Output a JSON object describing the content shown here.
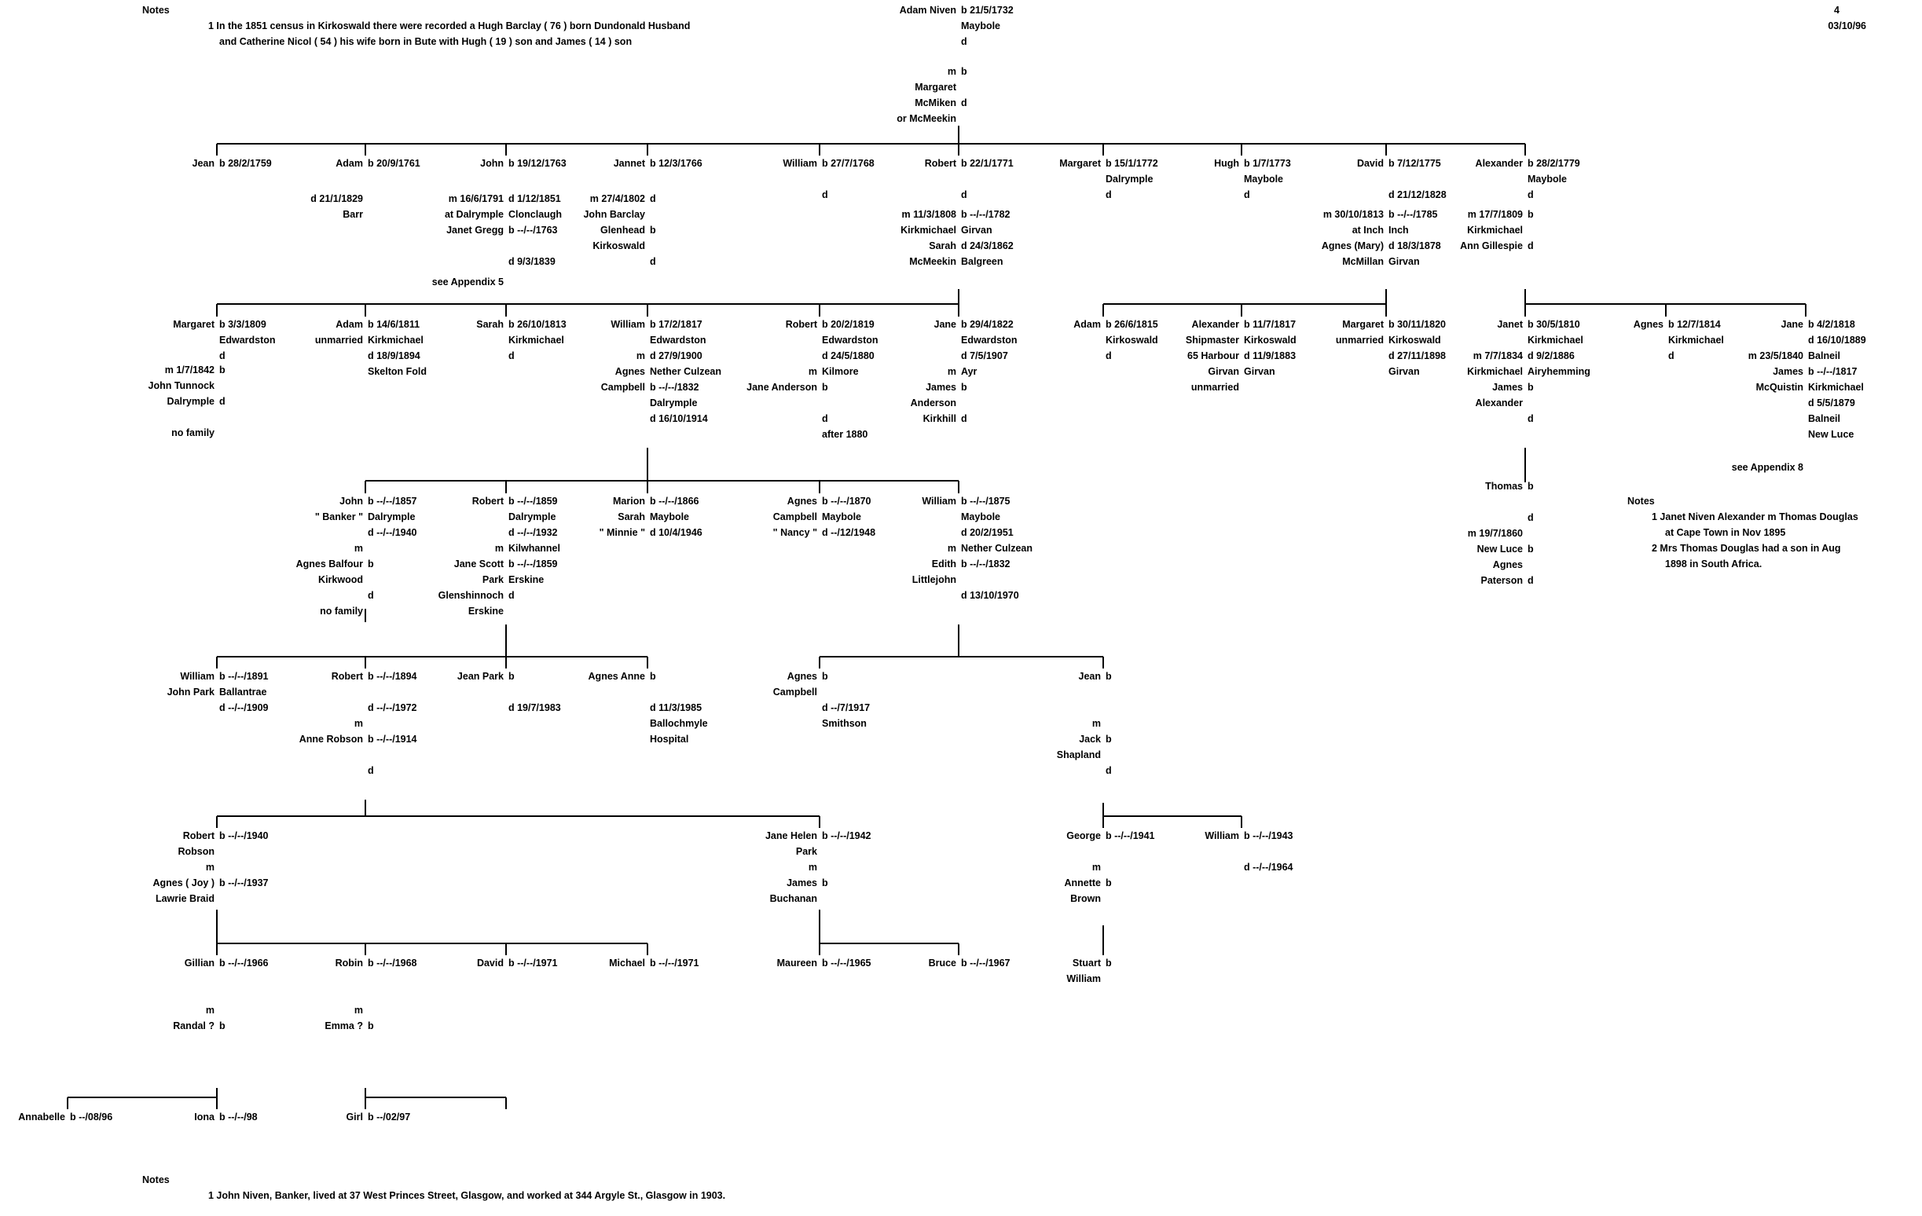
{
  "header": {
    "notes_title": "Notes",
    "page_number": "4",
    "date": "03/10/96"
  },
  "top_notes": [
    "1 In the 1851 census in Kirkoswald there were recorded a Hugh Barclay ( 76 ) born Dundonald Husband",
    "and Catherine Nicol ( 54 ) his wife born in Bute with Hugh ( 19 ) son and James ( 14 ) son"
  ],
  "labels": [
    [
      "Adam Niven",
      "b 21/5/1732\nMaybole\nd"
    ],
    [
      "m\nMargaret\nMcMiken\nor McMeekin",
      "b\n\nd"
    ],
    [
      "Jean",
      "b 28/2/1759"
    ],
    [
      "Adam",
      "b 20/9/1761"
    ],
    [
      "d 21/1/1829\nBarr",
      ""
    ],
    [
      "John",
      "b 19/12/1763"
    ],
    [
      "m 16/6/1791\nat Dalrymple\nJanet Gregg",
      "d 1/12/1851\nClonclaugh\nb --/--/1763\n\nd 9/3/1839"
    ],
    [
      "see Appendix 5",
      ""
    ],
    [
      "Jannet",
      "b 12/3/1766"
    ],
    [
      "m 27/4/1802\nJohn Barclay\nGlenhead\nKirkoswald",
      "d\n\nb\n\nd"
    ],
    [
      "William",
      "b 27/7/1768\n\nd"
    ],
    [
      "Robert",
      "b 22/1/1771\n\nd"
    ],
    [
      "m 11/3/1808\nKirkmichael\nSarah\nMcMeekin",
      "b --/--/1782\nGirvan\nd 24/3/1862\nBalgreen"
    ],
    [
      "Margaret",
      "b 15/1/1772\nDalrymple\nd"
    ],
    [
      "Hugh",
      "b 1/7/1773\nMaybole\nd"
    ],
    [
      "David",
      "b 7/12/1775\n\nd 21/12/1828"
    ],
    [
      "m 30/10/1813\nat Inch\nAgnes (Mary)\nMcMillan",
      "b --/--/1785\nInch\nd 18/3/1878\nGirvan"
    ],
    [
      "Alexander",
      "b 28/2/1779\nMaybole\nd"
    ],
    [
      "m 17/7/1809\nKirkmichael\nAnn Gillespie",
      "b\n\nd"
    ],
    [
      "Margaret",
      "b 3/3/1809\nEdwardston\nd"
    ],
    [
      "m 1/7/1842\nJohn Tunnock\nDalrymple\n\nno family",
      "b\n\nd"
    ],
    [
      "Adam\nunmarried",
      "b 14/6/1811\nKirkmichael\nd 18/9/1894\nSkelton Fold"
    ],
    [
      "Sarah",
      "b 26/10/1813\nKirkmichael\nd"
    ],
    [
      "William\n\nm\nAgnes\nCampbell",
      "b 17/2/1817\nEdwardston\nd 27/9/1900\nNether Culzean\nb --/--/1832\nDalrymple\nd 16/10/1914"
    ],
    [
      "Robert\n\n\nm\nJane Anderson",
      "b 20/2/1819\nEdwardston\nd 24/5/1880\nKilmore\nb\n\nd\nafter 1880"
    ],
    [
      "Jane\n\n\nm\nJames\nAnderson\nKirkhill",
      "b 29/4/1822\nEdwardston\nd 7/5/1907\nAyr\nb\n\nd"
    ],
    [
      "Adam",
      "b 26/6/1815\nKirkoswald\nd"
    ],
    [
      "Alexander\nShipmaster\n65 Harbour\nGirvan\nunmarried",
      "b 11/7/1817\nKirkoswald\nd 11/9/1883\nGirvan"
    ],
    [
      "Margaret\nunmarried",
      "b 30/11/1820\nKirkoswald\nd 27/11/1898\nGirvan"
    ],
    [
      "Janet\n\nm 7/7/1834\nKirkmichael\nJames\nAlexander",
      "b 30/5/1810\nKirkmichael\nd 9/2/1886\nAiryhemming\nb\n\nd"
    ],
    [
      "Agnes",
      "b 12/7/1814\nKirkmichael\nd"
    ],
    [
      "Jane\n\nm 23/5/1840\nJames\nMcQuistin",
      "b 4/2/1818\nd 16/10/1889\nBalneil\nb --/--/1817\nKirkmichael\nd 5/5/1879\nBalneil\nNew Luce"
    ],
    [
      "see Appendix 8",
      ""
    ],
    [
      "Thomas\n\n\nm 19/7/1860\nNew Luce\nAgnes\nPaterson",
      "b\n\nd\n\nb\n\nd"
    ],
    [
      "John\n\" Banker \"\n\nm\nAgnes Balfour\nKirkwood\n\nno family",
      "b --/--/1857\nDalrymple\nd --/--/1940\n\nb\n\nd"
    ],
    [
      "Robert\n\n\nm\nJane Scott\nPark\nGlenshinnoch\nErskine",
      "b --/--/1859\nDalrymple\nd --/--/1932\nKilwhannel\nb --/--/1859\nErskine\nd"
    ],
    [
      "Marion\nSarah\n\" Minnie \"",
      "b --/--/1866\nMaybole\nd 10/4/1946"
    ],
    [
      "Agnes\nCampbell\n\" Nancy \"",
      "b --/--/1870\nMaybole\nd --/12/1948"
    ],
    [
      "William\n\n\nm\nEdith\nLittlejohn",
      "b --/--/1875\nMaybole\nd 20/2/1951\nNether Culzean\nb --/--/1832\n\nd 13/10/1970"
    ],
    [
      "William\nJohn Park",
      "b --/--/1891\nBallantrae\nd --/--/1909"
    ],
    [
      "Robert\n\n\nm\nAnne Robson",
      "b --/--/1894\n\nd --/--/1972\n\nb --/--/1914\n\nd"
    ],
    [
      "Jean Park",
      "b\n\nd 19/7/1983"
    ],
    [
      "Agnes Anne",
      "b\n\nd 11/3/1985\nBallochmyle\nHospital"
    ],
    [
      "Agnes\nCampbell",
      "b\n\nd --/7/1917\nSmithson"
    ],
    [
      "Jean\n\n\nm\nJack\nShapland",
      "b\n\n\n\nb\n\nd"
    ],
    [
      "Robert\nRobson\nm\nAgnes ( Joy )\nLawrie Braid",
      "b --/--/1940\n\n\nb --/--/1937"
    ],
    [
      "Jane Helen\nPark\nm\nJames\nBuchanan",
      "b --/--/1942\n\n\nb"
    ],
    [
      "George\n\nm\nAnnette\nBrown",
      "b --/--/1941\n\n\nb"
    ],
    [
      "William",
      "b --/--/1943\n\nd --/--/1964"
    ],
    [
      "Gillian\n\n\nm\nRandal ?",
      "b --/--/1966\n\n\n\nb"
    ],
    [
      "Robin\n\n\nm\nEmma ?",
      "b --/--/1968\n\n\n\nb"
    ],
    [
      "David",
      "b --/--/1971"
    ],
    [
      "Michael",
      "b --/--/1971"
    ],
    [
      "Maureen",
      "b --/--/1965"
    ],
    [
      "Bruce",
      "b --/--/1967"
    ],
    [
      "Stuart\nWilliam",
      "b"
    ],
    [
      "Annabelle",
      "b --/08/96"
    ],
    [
      "Iona",
      "b --/--/98"
    ],
    [
      "Girl",
      "b --/02/97"
    ]
  ],
  "side_notes": {
    "title": "Notes",
    "lines": [
      "1 Janet Niven Alexander m Thomas Douglas",
      "at Cape Town in Nov 1895",
      "2 Mrs Thomas Douglas had a son in Aug",
      "1898 in South Africa."
    ]
  },
  "bottom_notes": {
    "title": "Notes",
    "lines": [
      "1 John Niven, Banker, lived at 37 West Princes Street, Glasgow, and worked at 344 Argyle St., Glasgow in 1903."
    ]
  }
}
